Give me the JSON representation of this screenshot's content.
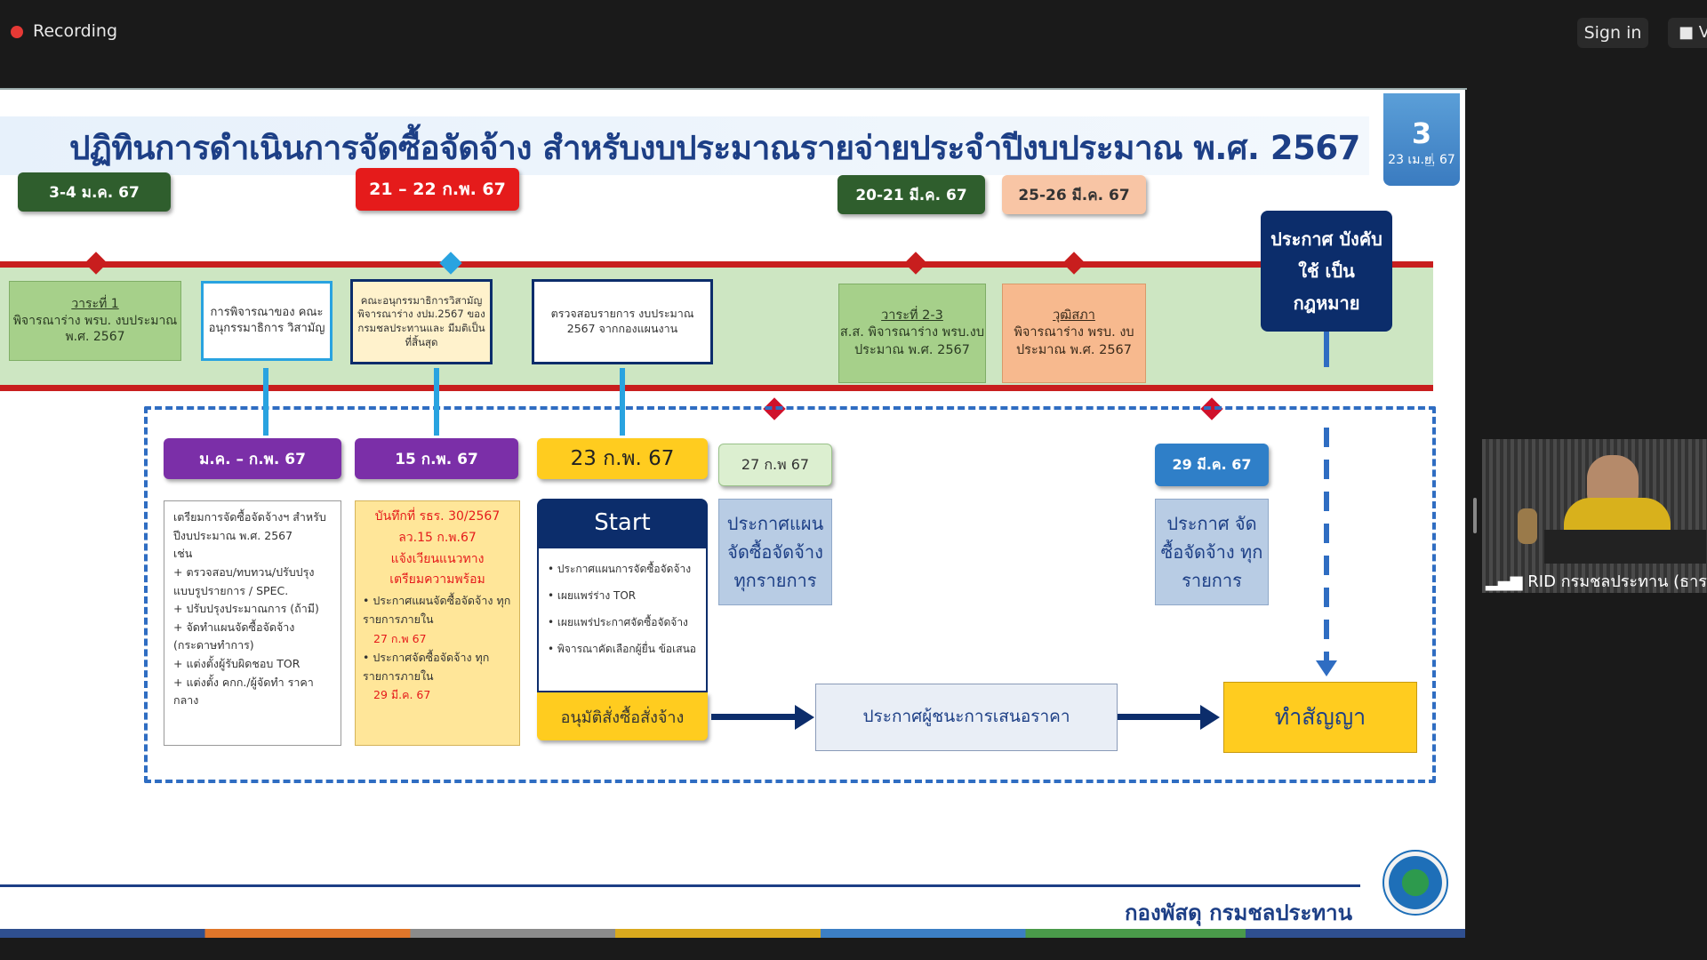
{
  "zoom": {
    "recording_label": "Recording",
    "signin_label": "Sign in",
    "view_label": "■ V",
    "participant_name": "RID กรมชลประทาน (ธารทิ",
    "signal_icon": "signal-bars-icon"
  },
  "slide": {
    "title": "ปฏิทินการดำเนินการจัดซื้อจัดจ้าง สำหรับงบประมาณรายจ่ายประจำปีงบประมาณ พ.ศ. 2567",
    "page_number": "3",
    "page_date": "23 เม.ย. 67",
    "footer": "กองพัสดุ  กรมชลประทาน",
    "colors": {
      "navy": "#1d3f86",
      "red_line": "#c81e1e",
      "band": "#cde6c2",
      "dash": "#2f6dc2"
    },
    "top_dates": {
      "d1": "3-4 ม.ค. 67",
      "d2": "21 – 22 ก.พ. 67",
      "d3": "20-21 มี.ค. 67",
      "d4": "25-26 มี.ค. 67"
    },
    "band_boxes": {
      "b1_title": "วาระที่ 1",
      "b1_text": "พิจารณาร่าง พรบ. งบประมาณ พ.ศ. 2567",
      "b2": "การพิจารณาของ คณะอนุกรรมาธิการ วิสามัญ",
      "b3": "คณะอนุกรรมาธิการวิสามัญ พิจารณาร่าง งปม.2567 ของกรมชลประทานและ มีมติเป็นที่สิ้นสุด",
      "b4": "ตรวจสอบรายการ งบประมาณ 2567 จากกองแผนงาน",
      "b5_title": "วาระที่ 2-3",
      "b5_text": "ส.ส. พิจารณาร่าง พรบ.งบประมาณ พ.ศ. 2567",
      "b6_title": "วุฒิสภา",
      "b6_text": "พิจารณาร่าง พรบ. งบประมาณ พ.ศ. 2567"
    },
    "law_box": "ประกาศ บังคับใช้ เป็นกฎหมาย",
    "mid_dates": {
      "m1": "ม.ค. – ก.พ. 67",
      "m2": "15 ก.พ. 67",
      "m3": "23 ก.พ. 67",
      "m4": "27 ก.พ 67",
      "m5": "29 มี.ค. 67"
    },
    "prep_list": [
      "เตรียมการจัดซื้อจัดจ้างฯ สำหรับ",
      "ปีงบประมาณ  พ.ศ. 2567",
      "เช่น",
      "+ ตรวจสอบ/ทบทวน/ปรับปรุง",
      "   แบบรูปรายการ / SPEC.",
      "+ ปรับปรุงประมาณการ (ถ้ามี)",
      "+ จัดทำแผนจัดซื้อจัดจ้าง",
      "   (กระดาษทำการ)",
      "+ แต่งตั้งผู้รับผิดชอบ TOR",
      "+ แต่งตั้ง คกก./ผู้จัดทำ ราคา",
      "   กลาง"
    ],
    "memo": {
      "head": "บันทึกที่ รธร. 30/2567",
      "l2": "ลว.15 ก.พ.67",
      "l3": "แจ้งเวียนแนวทาง",
      "l4": "เตรียมความพร้อม",
      "b1": "ประกาศแผนจัดซื้อจัดจ้าง ทุกรายการภายใน",
      "b1_date": "27 ก.พ 67",
      "b2": "ประกาศจัดซื้อจัดจ้าง ทุกรายการภายใน",
      "b2_date": "29 มี.ค. 67"
    },
    "start": {
      "title": "Start",
      "items": [
        "ประกาศแผนการจัดซื้อจัดจ้าง",
        "เผยแพร่ร่าง TOR",
        "เผยแพร่ประกาศจัดซื้อจัดจ้าง",
        "พิจารณาคัดเลือกผู้ยื่น ข้อเสนอ"
      ],
      "approve": "อนุมัติสั่งซื้อสั่งจ้าง"
    },
    "plan_announce": "ประกาศแผน จัดซื้อจัดจ้าง ทุกรายการ",
    "procure_announce": "ประกาศ จัดซื้อจัดจ้าง ทุกรายการ",
    "winner": "ประกาศผู้ชนะการเสนอราคา",
    "contract": "ทำสัญญา"
  }
}
